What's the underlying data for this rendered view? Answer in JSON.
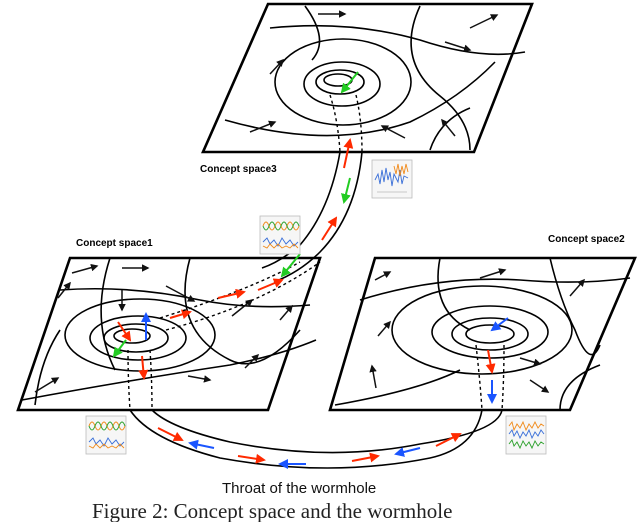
{
  "labels": {
    "space1": "Concept space1",
    "space2": "Concept space2",
    "space3": "Concept space3",
    "throat": "Throat of the wormhole",
    "caption": "Figure 2: Concept space and the wormhole"
  },
  "colors": {
    "line": "#000000",
    "arrow_black": "#111111",
    "arrow_red": "#ff2a00",
    "arrow_green": "#22cc22",
    "arrow_blue": "#1a55ff",
    "ts_orange": "#f08a1a",
    "ts_green": "#2aa02a",
    "ts_blue": "#3a6fd8"
  },
  "icons": {
    "flow_arrow": "arrow-icon",
    "time_series": "time-series-thumbnail-icon"
  }
}
